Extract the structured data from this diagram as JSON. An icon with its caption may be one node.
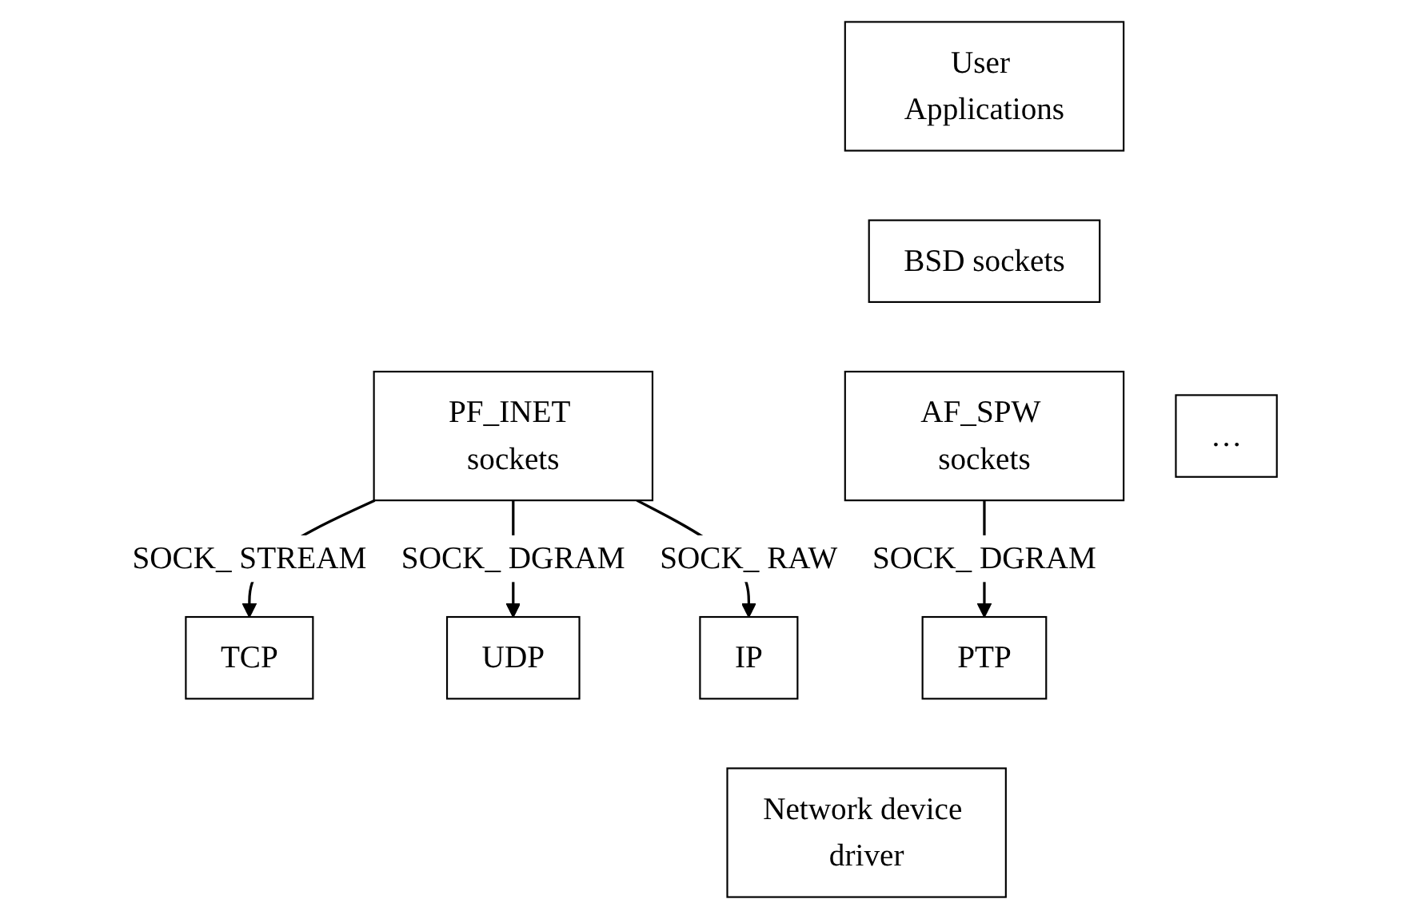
{
  "diagram": {
    "nodes": [
      {
        "text": [
          "User Applications"
        ]
      },
      {
        "text": [
          "BSD sockets"
        ]
      },
      {
        "text": [
          "PF_INET sockets"
        ]
      },
      {
        "text": [
          "AF_SPW sockets"
        ]
      },
      {
        "text": [
          "…"
        ]
      },
      {
        "text": [
          "TCP"
        ]
      },
      {
        "text": [
          "UDP"
        ]
      },
      {
        "text": [
          "IP"
        ]
      },
      {
        "text": [
          "PTP"
        ]
      },
      {
        "text": [
          "Network device driver"
        ]
      }
    ],
    "edges": [
      {
        "from": 2,
        "to": 5,
        "arrow": "to",
        "label": "SOCK_ STREAM"
      },
      {
        "from": 2,
        "to": 6,
        "arrow": "to",
        "label": "SOCK_ DGRAM"
      },
      {
        "from": 2,
        "to": 7,
        "arrow": "to",
        "label": "SOCK_ RAW"
      },
      {
        "from": 3,
        "to": 8,
        "arrow": "to",
        "label": "SOCK_ DGRAM"
      }
    ]
  }
}
